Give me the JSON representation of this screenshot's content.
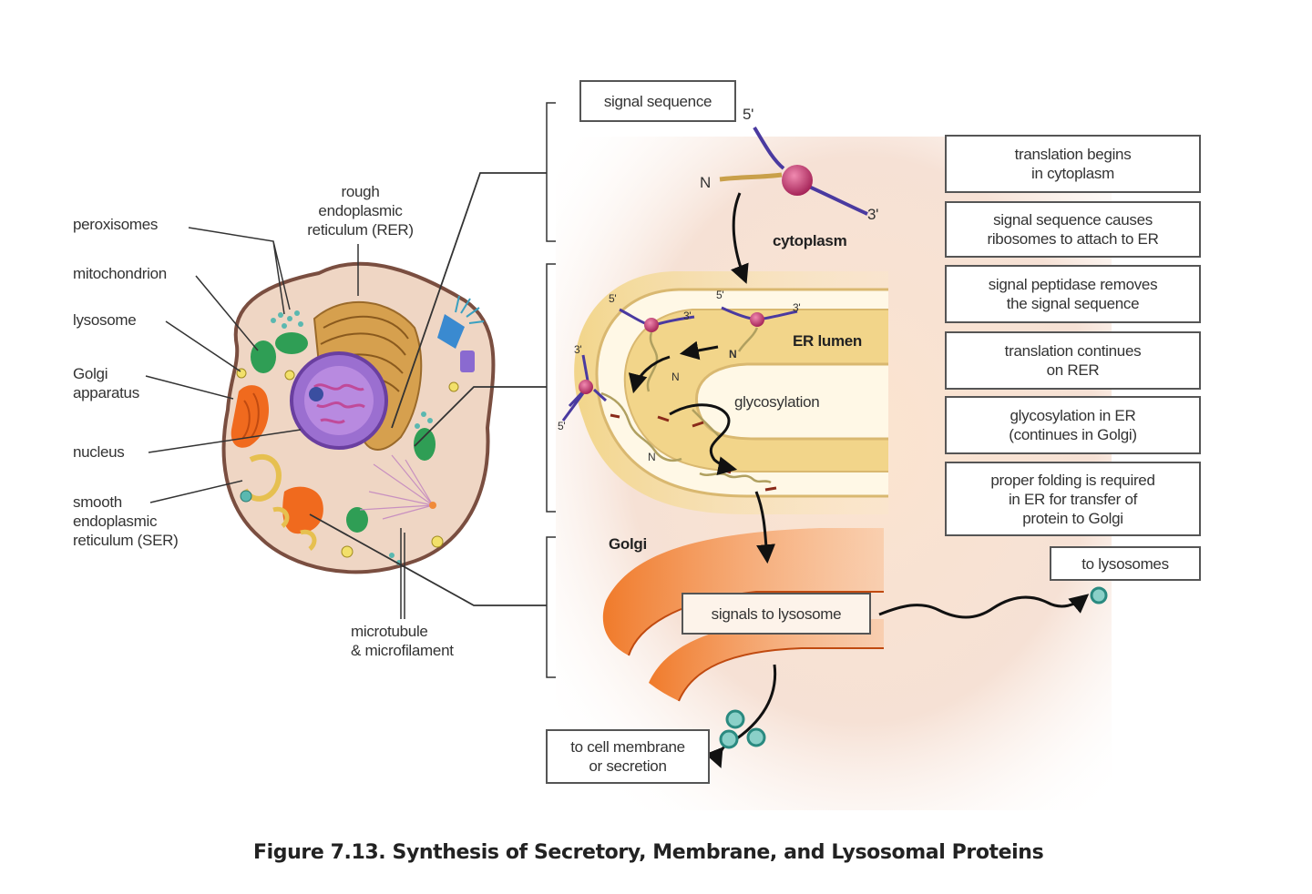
{
  "cell_labels": {
    "peroxisomes": "peroxisomes",
    "mitochondrion": "mitochondrion",
    "lysosome": "lysosome",
    "golgi": [
      "Golgi",
      "apparatus"
    ],
    "nucleus": "nucleus",
    "ser": [
      "smooth",
      "endoplasmic",
      "reticulum (SER)"
    ],
    "rer": [
      "rough",
      "endoplasmic",
      "reticulum (RER)"
    ],
    "microtubule": [
      "microtubule",
      "& microfilament"
    ]
  },
  "process_labels": {
    "signal_sequence": "signal sequence",
    "five_prime": "5'",
    "three_prime": "3'",
    "n_terminus": "N",
    "cytoplasm": "cytoplasm",
    "er_lumen": "ER lumen",
    "glycosylation": "glycosylation",
    "golgi": "Golgi",
    "signals_to_lysosome": "signals to lysosome",
    "to_lysosomes": "to lysosomes",
    "to_cell_membrane": [
      "to cell membrane",
      "or secretion"
    ]
  },
  "steps": [
    [
      "translation begins",
      "in cytoplasm"
    ],
    [
      "signal sequence causes",
      "ribosomes to attach to ER"
    ],
    [
      "signal peptidase removes",
      "the signal sequence"
    ],
    [
      "translation continues",
      "on RER"
    ],
    [
      "glycosylation in ER",
      "(continues in Golgi)"
    ],
    [
      "proper folding is required",
      "in ER for transfer of",
      "protein to Golgi"
    ]
  ],
  "caption": "Figure 7.13.  Synthesis of Secretory, Membrane, and Lysosomal Proteins",
  "colors": {
    "cell_membrane": "#8a5a4a",
    "cytoplasm": "#f0d9c8",
    "nucleus": "#b28ad6",
    "golgi": "#f06a1e",
    "mitochondria": "#2f9e55",
    "er": "#c99a4a",
    "ribosome": "#c0386e",
    "mrna": "#4a3aa0",
    "vesicle": "#5ab8b0"
  }
}
